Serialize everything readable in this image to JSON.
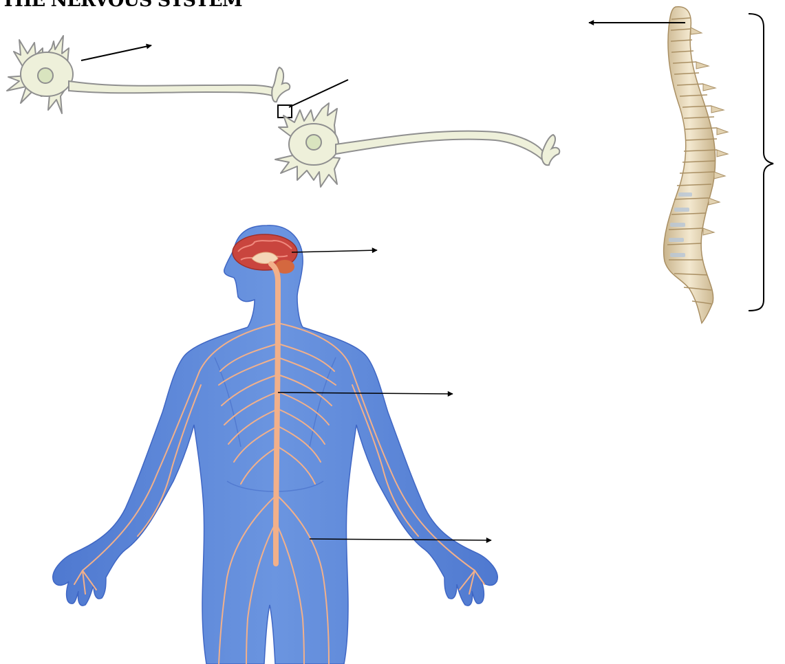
{
  "title": "THE NERVOUS SYSTEM",
  "colors": {
    "neuron_fill": "#eef0da",
    "neuron_stroke": "#8f8f8f",
    "nucleus_fill": "#d9e4bf",
    "body_blue": "#5a86d8",
    "body_blue_dark": "#3f66c4",
    "nerve_orange": "#f2b08a",
    "brain_red": "#c9453e",
    "bone": "#e9dcc1",
    "disc": "#b8c7d8"
  },
  "figures": [
    {
      "name": "neuron-pair",
      "icon": "neuron-icon"
    },
    {
      "name": "spinal-column",
      "icon": "vertebral-column-icon"
    },
    {
      "name": "human-nervous-system",
      "icon": "human-body-icon"
    }
  ]
}
